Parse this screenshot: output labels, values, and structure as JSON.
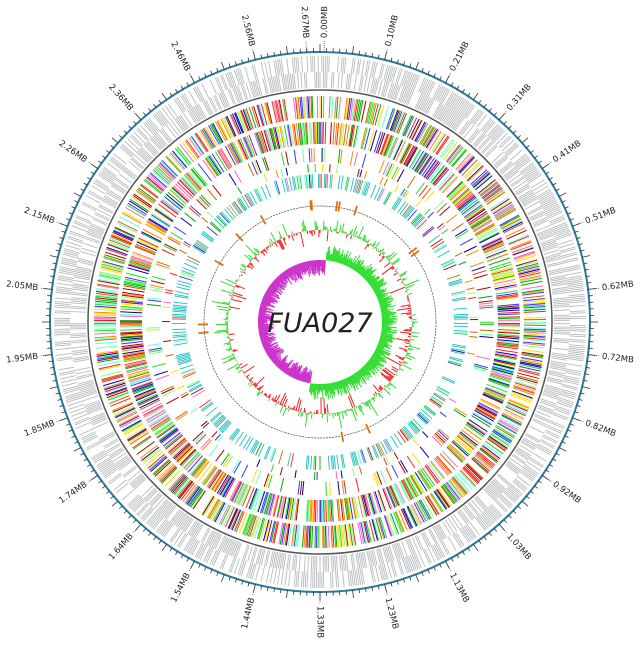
{
  "title": "FUA027",
  "genome_size_mb": 2.67,
  "position_labels": [
    "0.00MB",
    "0.10MB",
    "0.21MB",
    "0.31MB",
    "0.41MB",
    "0.51MB",
    "0.62MB",
    "0.72MB",
    "0.82MB",
    "0.92MB",
    "1.03MB",
    "1.13MB",
    "1.23MB",
    "1.33MB",
    "1.44MB",
    "1.54MB",
    "1.64MB",
    "1.74MB",
    "1.85MB",
    "1.95MB",
    "2.05MB",
    "2.15MB",
    "2.26MB",
    "2.36MB",
    "2.46MB",
    "2.56MB",
    "2.67MB"
  ],
  "colors": {
    "axis": "#2a7a9a",
    "cds": "#b8bcbe",
    "backbone": "#555555",
    "cog": [
      "#22dd22",
      "#ff2222",
      "#ff8800",
      "#00aa00",
      "#ffdd00",
      "#cc6600",
      "#0000aa",
      "#66ffcc",
      "#ff66cc",
      "#3333ff",
      "#aa0000",
      "#88ff88"
    ],
    "ncrna": "#20c0c0",
    "rrna": "#e07010",
    "gc_pos": "#33dd33",
    "gc_neg": "#ee2222",
    "skew_pos": "#33dd33",
    "skew_neg": "#cc33cc"
  }
}
